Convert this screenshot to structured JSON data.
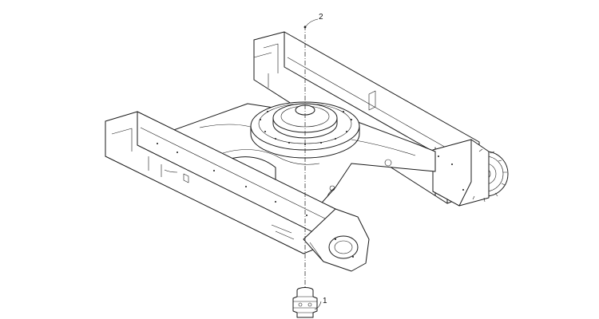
{
  "diagram": {
    "callouts": [
      {
        "id": "part-2",
        "label": "2"
      },
      {
        "id": "part-1",
        "label": "1"
      }
    ],
    "colors": {
      "line": "#1a1a1a",
      "background": "#ffffff"
    }
  }
}
